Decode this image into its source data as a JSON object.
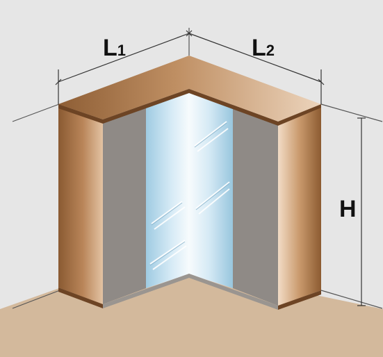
{
  "labels": {
    "width_left": {
      "main": "L",
      "sub": "1"
    },
    "width_right": {
      "main": "L",
      "sub": "2"
    },
    "height": "H"
  },
  "colors": {
    "background_wall": "#e6e6e6",
    "floor": "#d2b79a",
    "wood_dark": "#8a5a32",
    "wood_light": "#e8cdb2",
    "panel_gray": "#8f8a86",
    "mirror_light": "#eef6fb",
    "mirror_blue": "#9cc9e0",
    "line": "#333333"
  }
}
